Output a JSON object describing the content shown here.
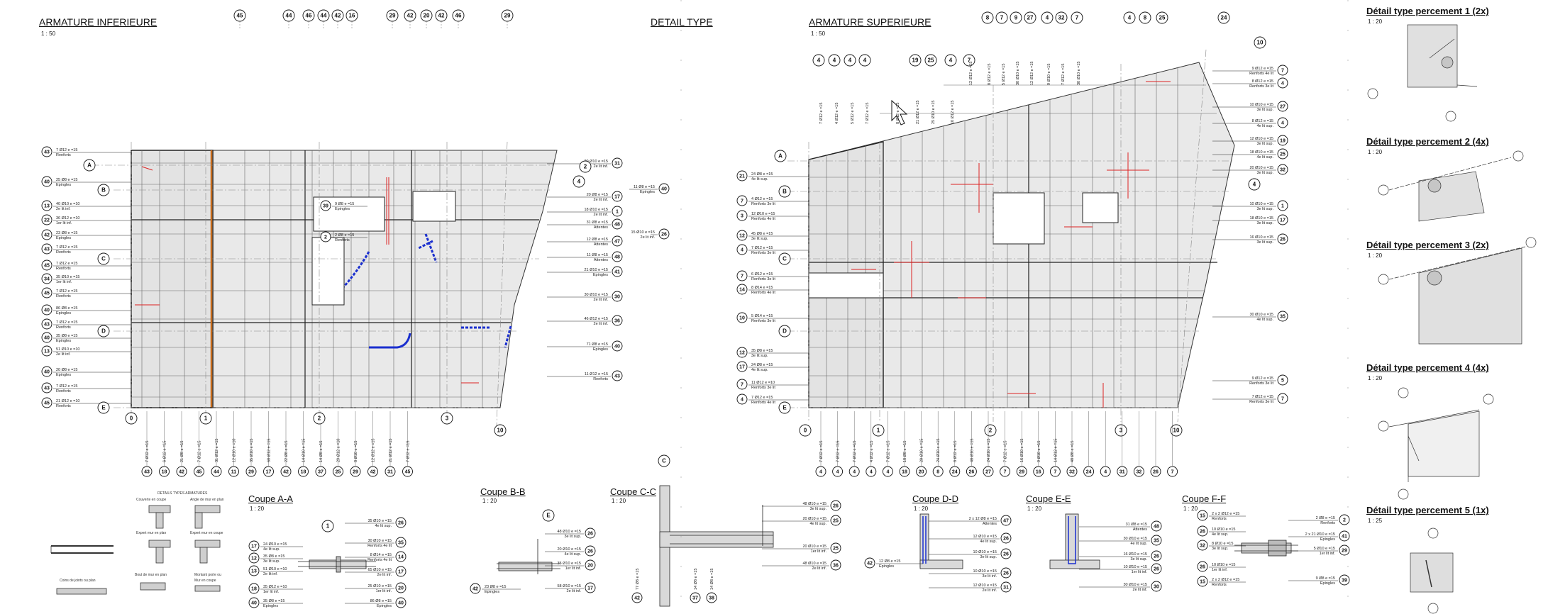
{
  "sheet": {
    "views": [
      {
        "id": "inf",
        "title": "ARMATURE INFERIEURE",
        "scale": "1 : 50"
      },
      {
        "id": "dt",
        "title": "DETAIL TYPE",
        "scale": ""
      },
      {
        "id": "sup",
        "title": "ARMATURE SUPERIEURE",
        "scale": "1 : 50"
      }
    ],
    "sections": [
      {
        "id": "aa",
        "title": "Coupe A-A",
        "scale": "1 : 20"
      },
      {
        "id": "bb",
        "title": "Coupe B-B",
        "scale": "1 : 20"
      },
      {
        "id": "cc",
        "title": "Coupe C-C",
        "scale": "1 : 20"
      },
      {
        "id": "dd",
        "title": "Coupe D-D",
        "scale": "1 : 20"
      },
      {
        "id": "ee",
        "title": "Coupe E-E",
        "scale": "1 : 20"
      },
      {
        "id": "ff",
        "title": "Coupe F-F",
        "scale": "1 : 20"
      }
    ],
    "details": [
      {
        "id": "p1",
        "title": "Détail type percement 1 (2x)",
        "scale": "1 : 20"
      },
      {
        "id": "p2",
        "title": "Détail type percement 2  (4x)",
        "scale": "1 : 20"
      },
      {
        "id": "p3",
        "title": "Détail type percement 3 (2x)",
        "scale": "1 : 20"
      },
      {
        "id": "p4",
        "title": "Détail type percement 4 (4x)",
        "scale": "1 : 20"
      },
      {
        "id": "p5",
        "title": "Détail type percement 5 (1x)",
        "scale": "1 : 25"
      }
    ],
    "typical_details": {
      "heading": "DETAILS TYPES ARMATURES",
      "labels": [
        "Couverte en coupe",
        "Angle de mur en plan",
        "Expert mur en plan",
        "Expert mur en coupe",
        "Bout de mur en plan",
        "Montant porte ou",
        "Coins de joints ou plan",
        "Mur en coupe"
      ]
    }
  },
  "axes": {
    "grid_letters": [
      "A",
      "B",
      "C",
      "D",
      "E"
    ],
    "grid_numbers": [
      "0",
      "1",
      "2",
      "3",
      "10"
    ]
  },
  "plan_inf": {
    "top_marks": [
      "45",
      "44",
      "46",
      "44",
      "42",
      "16",
      "29",
      "42",
      "20",
      "42",
      "46",
      "29"
    ],
    "left_callouts": [
      {
        "n": "43",
        "t": "7 Ø12 e =15",
        "s": "Renforts"
      },
      {
        "n": "40",
        "t": "25 Ø8 e =15",
        "s": "Epingles"
      },
      {
        "n": "13",
        "t": "40 Ø10 e =10",
        "s": "2e lit inf."
      },
      {
        "n": "22",
        "t": "36 Ø12 e =10",
        "s": "1er lit inf."
      },
      {
        "n": "42",
        "t": "23 Ø8 e =15",
        "s": "Epingles"
      },
      {
        "n": "43",
        "t": "7 Ø12 e =15",
        "s": "Renforts"
      },
      {
        "n": "45",
        "t": "7 Ø12 e =15",
        "s": "Renforts"
      },
      {
        "n": "34",
        "t": "35 Ø10 e =15",
        "s": "1er lit inf."
      },
      {
        "n": "45",
        "t": "7 Ø12 e =15",
        "s": "Renforts"
      },
      {
        "n": "40",
        "t": "86 Ø8 e =15",
        "s": "Epingles"
      },
      {
        "n": "43",
        "t": "7 Ø12 e =15",
        "s": "Renforts"
      },
      {
        "n": "40",
        "t": "35 Ø8 e =15",
        "s": "Epingles"
      },
      {
        "n": "13",
        "t": "51 Ø10 e =10",
        "s": "2e lit inf."
      },
      {
        "n": "40",
        "t": "20 Ø8 e =15",
        "s": "Epingles"
      },
      {
        "n": "43",
        "t": "7 Ø12 e =15",
        "s": "Renforts"
      },
      {
        "n": "45",
        "t": "21 Ø12 e =10",
        "s": "Renforts"
      }
    ],
    "right_callouts": [
      {
        "n": "31",
        "t": "20 Ø10 e =15",
        "s": "2e lit inf."
      },
      {
        "n": "17",
        "t": "20 Ø8 e =15",
        "s": "2e lit inf."
      },
      {
        "n": "1",
        "t": "18 Ø10 e =15",
        "s": "2e lit inf."
      },
      {
        "n": "48",
        "t": "31 Ø8 e =15",
        "s": "Attentes"
      },
      {
        "n": "47",
        "t": "12 Ø8 e =15",
        "s": "Attentes"
      },
      {
        "n": "48",
        "t": "11 Ø8 e =15",
        "s": "Attentes"
      },
      {
        "n": "41",
        "t": "21 Ø10 e =15",
        "s": "Epingles"
      },
      {
        "n": "30",
        "t": "30 Ø10 e =15",
        "s": "2e lit inf."
      },
      {
        "n": "36",
        "t": "46 Ø12 e =15",
        "s": "2e lit inf."
      },
      {
        "n": "40",
        "t": "71 Ø8 e =15",
        "s": "Epingles"
      },
      {
        "n": "43",
        "t": "11 Ø12 e =15",
        "s": "Renforts"
      }
    ],
    "far_right": [
      {
        "n": "40",
        "t": "11 Ø8 e =15",
        "s": "Epingles"
      },
      {
        "n": "26",
        "t": "15 Ø10 e =15",
        "s": "2e lit inf."
      }
    ],
    "inner_labels": [
      {
        "n": "39",
        "t": "9 Ø8 e =15",
        "s": "Epingles"
      },
      {
        "n": "2",
        "t": "2 Ø8 e =15",
        "s": "Renforts"
      }
    ],
    "bottom_marks": [
      "43",
      "18",
      "42",
      "45",
      "44",
      "11",
      "29",
      "17",
      "42",
      "18",
      "37",
      "25",
      "29",
      "42",
      "31",
      "45"
    ],
    "bottom_texts": [
      "7 Ø12 e =15",
      "6 Ø12 e =15",
      "21 Ø8 e =15",
      "7 Ø12 e =15",
      "31 Ø12 e =15",
      "12 Ø10 e =10",
      "35 Ø10 e =15",
      "68 Ø12 e =15",
      "22 Ø8 e =15",
      "14 Ø10 e =15",
      "14 Ø8 e =15",
      "29 Ø12 e =10",
      "8 Ø10 e =15",
      "12 Ø12 e =15",
      "21 Ø12 e =15",
      "7 Ø12 e =15"
    ]
  },
  "plan_sup": {
    "top_marks": [
      "4",
      "4",
      "4",
      "4",
      "19",
      "25",
      "4",
      "7",
      "8",
      "7",
      "9",
      "27",
      "4",
      "32",
      "7",
      "4",
      "8",
      "25",
      "24",
      "10"
    ],
    "top_texts": [
      "7 Ø12 e =15",
      "4 Ø12 e =15",
      "5 Ø12 e =15",
      "7 Ø12 e =15",
      "8 Ø12 e =15",
      "21 Ø12 e =15",
      "25 Ø10 e =15",
      "10 Ø12 e =15",
      "12 Ø12 e =15",
      "8 Ø12 e =15",
      "5 Ø12 e =15",
      "30 Ø10 e =15",
      "12 Ø12 e =15",
      "9 Ø10 e =15",
      "7 Ø12 e =15",
      "30 Ø10 e =15"
    ],
    "left_callouts": [
      {
        "n": "21",
        "t": "24 Ø8 e =15",
        "s": "4e lit sup."
      },
      {
        "n": "7",
        "t": "4 Ø12 e =15",
        "s": "Renforts 3e lit"
      },
      {
        "n": "3",
        "t": "12 Ø10 e =15",
        "s": "Renforts 4e lit"
      },
      {
        "n": "12",
        "t": "45 Ø8 e =15",
        "s": "3e lit sup."
      },
      {
        "n": "4",
        "t": "7 Ø12 e =15",
        "s": "Renforts 3e lit"
      },
      {
        "n": "7",
        "t": "6 Ø12 e =15",
        "s": "Renforts 3e lit"
      },
      {
        "n": "14",
        "t": "8 Ø14 e =15",
        "s": "Renforts 4e lit"
      },
      {
        "n": "10",
        "t": "5 Ø14 e =15",
        "s": "Renforts 3e lit"
      },
      {
        "n": "12",
        "t": "35 Ø8 e =15",
        "s": "3e lit sup."
      },
      {
        "n": "17",
        "t": "24 Ø8 e =15",
        "s": "4e lit sup."
      },
      {
        "n": "7",
        "t": "11 Ø12 e =10",
        "s": "Renforts 3e lit"
      },
      {
        "n": "4",
        "t": "7 Ø12 e =15",
        "s": "Renforts 4e lit"
      }
    ],
    "right_callouts": [
      {
        "n": "7",
        "t": "9 Ø12 e =15",
        "s": "Renforts 4e lit"
      },
      {
        "n": "4",
        "t": "8 Ø12 e =15",
        "s": "Renforts 3e lit"
      },
      {
        "n": "27",
        "t": "10 Ø10 e =15",
        "s": "3e lit sup."
      },
      {
        "n": "4",
        "t": "8 Ø12 e =15",
        "s": "4e lit sup."
      },
      {
        "n": "19",
        "t": "12 Ø10 e =15",
        "s": "3e lit sup."
      },
      {
        "n": "25",
        "t": "18 Ø10 e =15",
        "s": "4e lit sup."
      },
      {
        "n": "32",
        "t": "20 Ø10 e =15",
        "s": "3e lit sup."
      },
      {
        "n": "1",
        "t": "10 Ø10 e =15",
        "s": "3e lit sup."
      },
      {
        "n": "17",
        "t": "18 Ø10 e =15",
        "s": "3e lit sup."
      },
      {
        "n": "26",
        "t": "16 Ø10 e =15",
        "s": "3e lit sup."
      },
      {
        "n": "35",
        "t": "30 Ø10 e =15",
        "s": "4e lit sup."
      },
      {
        "n": "5",
        "t": "9 Ø12 e =15",
        "s": "Renforts 3e lit"
      },
      {
        "n": "7",
        "t": "7 Ø12 e =15",
        "s": "Renforts 3e lit"
      }
    ],
    "bottom_marks": [
      "4",
      "4",
      "4",
      "4",
      "4",
      "18",
      "20",
      "8",
      "24",
      "26",
      "27",
      "7",
      "29",
      "16",
      "7",
      "32",
      "24",
      "4",
      "31",
      "32",
      "26",
      "7"
    ],
    "bottom_texts": [
      "7 Ø12 e =15",
      "7 Ø12 e =15",
      "7 Ø12 e =15",
      "4 Ø12 e =15",
      "7 Ø12 e =15",
      "18 Ø8 e =15",
      "20 Ø10 e =15",
      "24 Ø10 e =15",
      "8 Ø12 e =15",
      "48 Ø10 e =15",
      "24 Ø10 e =15",
      "7 Ø12 e =15",
      "16 Ø10 e =15",
      "9 Ø10 e =15",
      "14 Ø12 e =15",
      "48 Ø8 e =15"
    ]
  },
  "section_aa": {
    "left": [
      {
        "n": "17",
        "t": "24 Ø10 e =15",
        "s": "4e lit sup."
      },
      {
        "n": "12",
        "t": "35 Ø8 e =15",
        "s": "3e lit sup."
      },
      {
        "n": "13",
        "t": "51 Ø10 e =10",
        "s": "2e lit inf."
      },
      {
        "n": "18",
        "t": "35 Ø12 e =10",
        "s": "1er lit inf."
      },
      {
        "n": "40",
        "t": "35 Ø8 e =15",
        "s": "Epingles"
      }
    ],
    "right": [
      {
        "n": "26",
        "t": "35 Ø10 e =15",
        "s": "4e lit sup."
      },
      {
        "n": "35",
        "t": "30 Ø10 e =15",
        "s": "Renforts 4e lit"
      },
      {
        "n": "14",
        "t": "8 Ø14 e =15",
        "s": "Renforts 4e lit"
      },
      {
        "n": "17",
        "t": "65 Ø10 e =15",
        "s": "2e lit inf."
      },
      {
        "n": "20",
        "t": "25 Ø10 e =15",
        "s": "1er lit inf."
      },
      {
        "n": "40",
        "t": "86 Ø8 e =15",
        "s": "Epingles"
      }
    ]
  },
  "section_bb": {
    "left": [
      {
        "n": "42",
        "t": "23 Ø8 e =15",
        "s": "Epingles"
      }
    ],
    "right": [
      {
        "n": "26",
        "t": "48 Ø10 e =15",
        "s": "3e lit sup."
      },
      {
        "n": "26",
        "t": "20 Ø10 e =15",
        "s": "4e lit sup."
      },
      {
        "n": "20",
        "t": "35 Ø10 e =15",
        "s": "1er lit inf."
      },
      {
        "n": "17",
        "t": "58 Ø10 e =15",
        "s": "2e lit inf."
      }
    ]
  },
  "section_cc": {
    "right": [
      {
        "n": "26",
        "t": "48 Ø10 e =15",
        "s": "3e lit sup."
      },
      {
        "n": "25",
        "t": "20 Ø10 e =15",
        "s": "4e lit sup."
      },
      {
        "n": "25",
        "t": "20 Ø10 e =15",
        "s": "1er lit inf."
      },
      {
        "n": "36",
        "t": "48 Ø10 e =15",
        "s": "2e lit inf."
      }
    ],
    "bottom": [
      {
        "n": "42",
        "t": "77 Ø8 e =15"
      },
      {
        "n": "37",
        "t": "14 Ø8 e =15"
      },
      {
        "n": "38",
        "t": "14 Ø8 e =15"
      }
    ]
  },
  "section_dd": {
    "left": [
      {
        "n": "42",
        "t": "12 Ø8 e =15",
        "s": "Epingles"
      }
    ],
    "right": [
      {
        "n": "47",
        "t": "2 x 12 Ø8 e =15",
        "s": "Attentes"
      },
      {
        "n": "26",
        "t": "12 Ø10 e =15",
        "s": "4e lit sup."
      },
      {
        "n": "26",
        "t": "10 Ø10 e =15",
        "s": "3e lit sup."
      },
      {
        "n": "26",
        "t": "10 Ø10 e =15",
        "s": "3e lit inf."
      },
      {
        "n": "31",
        "t": "12 Ø10 e =15",
        "s": "2e lit inf."
      }
    ]
  },
  "section_ee": {
    "right": [
      {
        "n": "48",
        "t": "31 Ø8 e =15",
        "s": "Attentes"
      },
      {
        "n": "35",
        "t": "30 Ø10 e =15",
        "s": "4e lit sup."
      },
      {
        "n": "26",
        "t": "16 Ø10 e =15",
        "s": "3e lit sup."
      },
      {
        "n": "26",
        "t": "10 Ø10 e =15",
        "s": "1er lit inf."
      },
      {
        "n": "30",
        "t": "30 Ø10 e =15",
        "s": "2e lit inf."
      }
    ]
  },
  "section_ff": {
    "left": [
      {
        "n": "15",
        "t": "2 x 2 Ø12 e =15",
        "s": "Renforts"
      },
      {
        "n": "26",
        "t": "10 Ø10 e =15",
        "s": "4e lit sup."
      },
      {
        "n": "32",
        "t": "8 Ø10 e =15",
        "s": "3e lit sup."
      },
      {
        "n": "26",
        "t": "10 Ø10 e =15",
        "s": "1er lit inf."
      },
      {
        "n": "15",
        "t": "2 x 2 Ø12 e =15",
        "s": "Renforts"
      }
    ],
    "right": [
      {
        "n": "2",
        "t": "2 Ø8 e =15",
        "s": "Renforts"
      },
      {
        "n": "41",
        "t": "2 x 21 Ø10 e =15",
        "s": "Epingles"
      },
      {
        "n": "29",
        "t": "5 Ø10 e =15",
        "s": "1er lit inf."
      },
      {
        "n": "39",
        "t": "9 Ø8 e =15",
        "s": "Epingles"
      }
    ]
  }
}
